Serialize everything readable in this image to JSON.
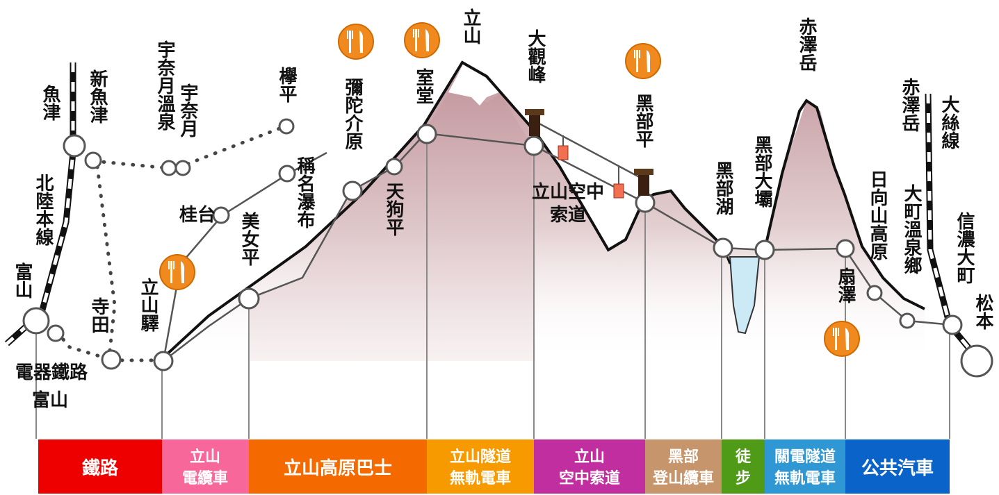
{
  "stations": {
    "uozu": "魚津",
    "shin_uozu": "新魚津",
    "unazuki_onsen": "宇奈月溫泉",
    "unazuki": "宇奈月",
    "keyakidaira": "欅平",
    "hokuriku_line": "北陸本線",
    "toyama": "富山",
    "dentetsu_toyama_1": "電器鐵路",
    "dentetsu_toyama_2": "富山",
    "terada": "寺田",
    "tateyama_station": "立山驛",
    "katsuradai": "桂台",
    "bijodaira": "美女平",
    "shomyo_falls": "稱名瀑布",
    "midagahara": "彌陀介原",
    "tengudaira": "天狗平",
    "murodo": "室堂",
    "tateyama": "立山",
    "daikanbo": "大觀峰",
    "ropeway_label_1": "立山空中",
    "ropeway_label_2": "索道",
    "kurobedaira": "黑部平",
    "kurobe_lake": "黑部湖",
    "kurobe_dam": "黑部大壩",
    "akazawadake_top": "赤澤岳",
    "akazawadake_right": "赤澤岳",
    "hinata_kogen": "日向山高原",
    "ogizawa": "扇澤",
    "omachi_onsen": "大町溫泉鄉",
    "oito_line": "大絲線",
    "shinano_omachi": "信濃大町",
    "matsumoto": "松本"
  },
  "legend": [
    {
      "line1": "鐵路",
      "line2": "",
      "color": "#ee0000"
    },
    {
      "line1": "立山",
      "line2": "電纜車",
      "color": "#f7679a"
    },
    {
      "line1": "立山高原巴士",
      "line2": "",
      "color": "#f56a00"
    },
    {
      "line1": "立山隧道",
      "line2": "無軌電車",
      "color": "#f79a00"
    },
    {
      "line1": "立山",
      "line2": "空中索道",
      "color": "#c02ea0"
    },
    {
      "line1": "黑部",
      "line2": "登山纜車",
      "color": "#c7956b"
    },
    {
      "line1": "徒",
      "line2": "步",
      "color": "#4f9a17"
    },
    {
      "line1": "關電隧道",
      "line2": "無軌電車",
      "color": "#2f97d4"
    },
    {
      "line1": "公共汽車",
      "line2": "",
      "color": "#0a63c9"
    }
  ],
  "colors": {
    "mountain_fill": "#c9a1a6",
    "restaurant": "#f08a1e",
    "water": "#cce9f6"
  },
  "icons": [
    "restaurant-icon",
    "station-house-icon",
    "gondola-icon"
  ]
}
